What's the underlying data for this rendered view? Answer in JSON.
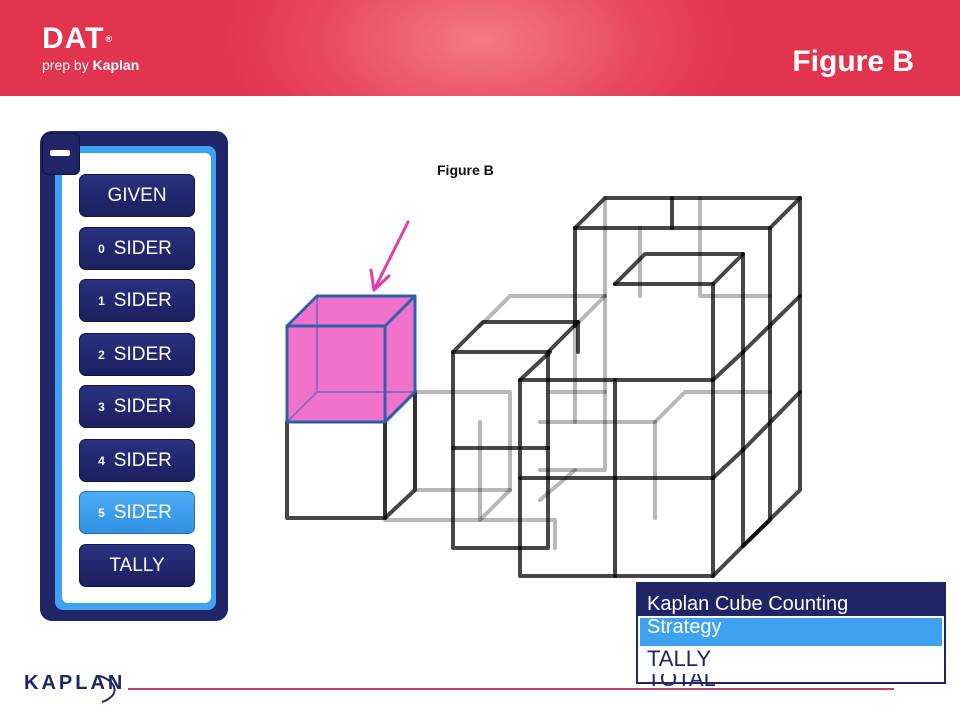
{
  "header": {
    "logo_main": "DAT",
    "logo_reg": "®",
    "logo_sub_prefix": "prep by ",
    "logo_sub_brand": "Kaplan",
    "title": "Figure B"
  },
  "panel": {
    "collapse_symbol": "−",
    "buttons": [
      {
        "num": "",
        "label": "GIVEN"
      },
      {
        "num": "0",
        "label": "SIDER"
      },
      {
        "num": "1",
        "label": "SIDER"
      },
      {
        "num": "2",
        "label": "SIDER"
      },
      {
        "num": "3",
        "label": "SIDER"
      },
      {
        "num": "4",
        "label": "SIDER"
      },
      {
        "num": "5",
        "label": "SIDER"
      },
      {
        "num": "",
        "label": "TALLY"
      }
    ],
    "active_index": 6
  },
  "figure": {
    "caption": "Figure B",
    "highlight_color": "#ee5fc4",
    "arrow_color": "#e23ea8"
  },
  "strategy_box": {
    "title": "Kaplan Cube Counting",
    "subtitle": "Strategy",
    "line1": "TALLY",
    "line2": "TOTAL"
  },
  "footer": {
    "brand": "KAPLAN"
  },
  "colors": {
    "accent_red": "#e2334f",
    "navy": "#1f2567",
    "sky_blue": "#3fa1f2"
  }
}
